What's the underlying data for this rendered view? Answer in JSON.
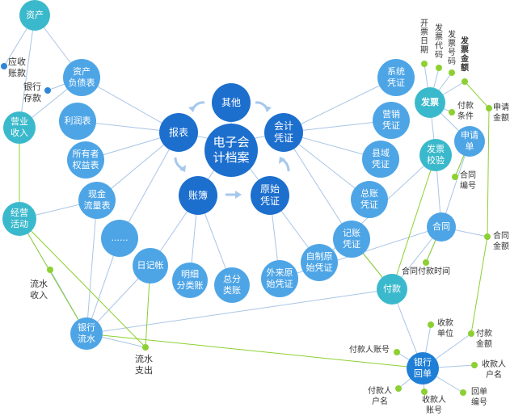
{
  "center": "电子会\n计档案",
  "ring": [
    "其他",
    "报表",
    "会计\n凭证",
    "账簿",
    "原始\n凭证"
  ],
  "report_items": [
    "资产\n负债表",
    "利润表",
    "所有者\n权益表",
    "现金\n流量表",
    "......"
  ],
  "ledger_items": [
    "日记帐",
    "明细\n分类账",
    "总分\n类账"
  ],
  "voucher_items": [
    "系统\n凭证",
    "营销\n凭证",
    "县域\n凭证",
    "总账\n凭证",
    "记账\n凭证"
  ],
  "original_items": [
    "自制原\n始凭证",
    "外来原\n始凭证"
  ],
  "left_nodes": {
    "assets": "资产",
    "revenue": "营业\n收入",
    "operating": "经营\n活动",
    "bank_flow": "银行\n流水"
  },
  "left_labels": {
    "receivable": "应收\n账款",
    "deposit": "银行\n存款",
    "inflow": "流水\n收入",
    "outflow": "流水\n支出"
  },
  "right_nodes": {
    "invoice": "发票",
    "apply": "申请\n单",
    "invoice_check": "发票\n校验",
    "contract": "合同",
    "payment": "付款",
    "bank_receipt": "银行\n回单"
  },
  "invoice_fields": [
    "开票日期",
    "发票代码",
    "发票号码",
    "发票金额"
  ],
  "right_labels": {
    "pay_terms": "付款\n条件",
    "apply_amount": "申请\n金额",
    "contract_no": "合同\n编号",
    "contract_amount": "合同\n金额",
    "contract_pay_time": "合同付款时间",
    "payee_unit": "收款\n单位",
    "pay_amount": "付款\n金额",
    "payer_account": "付款人账号",
    "payee_name": "收款人\n户名",
    "payer_name": "付款人\n户名",
    "payee_account": "收款人\n账号",
    "receipt_no": "回单\n编号"
  },
  "colors": {
    "teal": "#3bb9cc",
    "blue": "#1f7fd6",
    "deep_blue": "#1d6fce",
    "light_blue": "#4ea5e6",
    "green": "#8cd032",
    "line_blue": "#a9c5e6",
    "line_green": "#8cd032",
    "arrow": "#a6c8ec"
  }
}
